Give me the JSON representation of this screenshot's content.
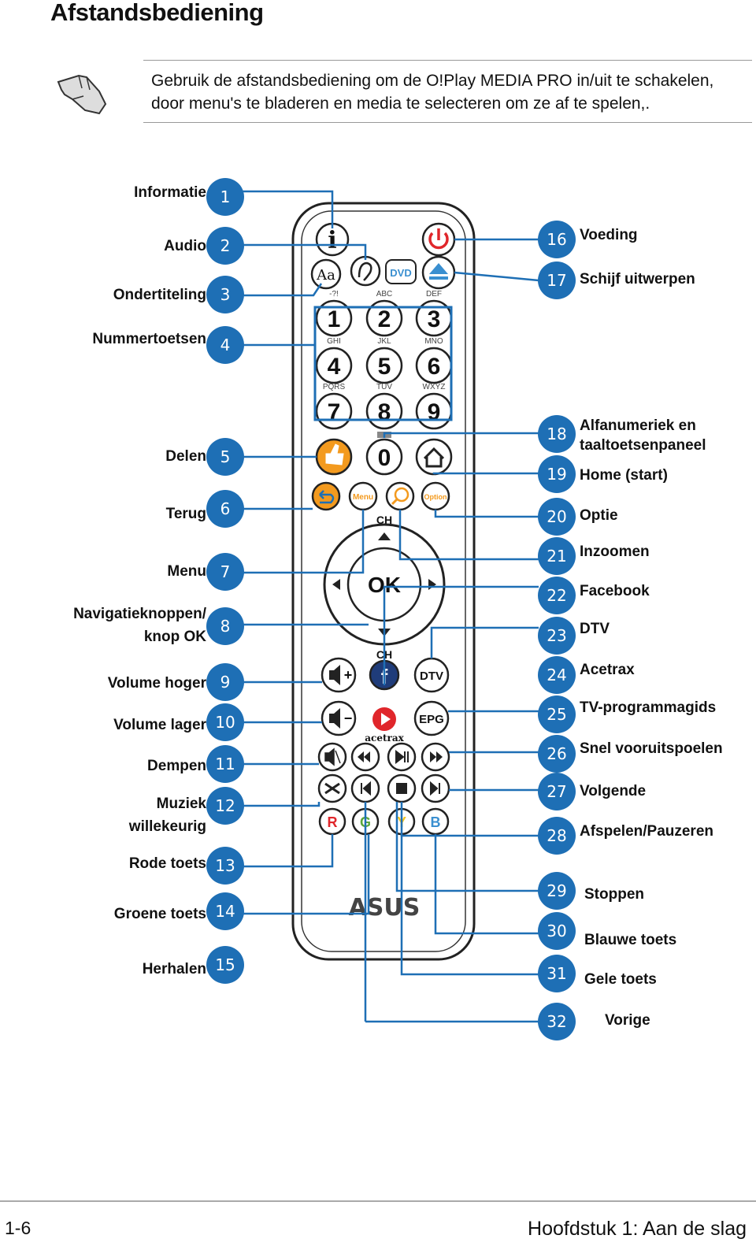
{
  "title": "Afstandsbediening",
  "note": {
    "line1": "Gebruik de afstandsbediening om de O!Play MEDIA  PRO in/uit te schakelen,",
    "line2": "door menu's te bladeren en media te selecteren om ze af te spelen,."
  },
  "left_labels": [
    {
      "num": "1",
      "text": "Informatie"
    },
    {
      "num": "2",
      "text": "Audio"
    },
    {
      "num": "3",
      "text": "Ondertiteling"
    },
    {
      "num": "4",
      "text": "Nummertoetsen"
    },
    {
      "num": "5",
      "text": "Delen"
    },
    {
      "num": "6",
      "text": "Terug"
    },
    {
      "num": "7",
      "text": "Menu"
    },
    {
      "num": "8",
      "text": "Navigatieknoppen/",
      "text2": "knop OK"
    },
    {
      "num": "9",
      "text": "Volume hoger"
    },
    {
      "num": "10",
      "text": "Volume lager"
    },
    {
      "num": "11",
      "text": "Dempen"
    },
    {
      "num": "12",
      "text": "Muziek",
      "text2": "willekeurig"
    },
    {
      "num": "13",
      "text": "Rode toets"
    },
    {
      "num": "14",
      "text": "Groene toets"
    },
    {
      "num": "15",
      "text": "Herhalen"
    }
  ],
  "right_labels": [
    {
      "num": "16",
      "text": "Voeding"
    },
    {
      "num": "17",
      "text": "Schijf uitwerpen"
    },
    {
      "num": "18",
      "text": "Alfanumeriek en",
      "text2": "taaltoetsenpaneel"
    },
    {
      "num": "19",
      "text": "Home (start)"
    },
    {
      "num": "20",
      "text": "Optie"
    },
    {
      "num": "21",
      "text": "Inzoomen"
    },
    {
      "num": "22",
      "text": "Facebook"
    },
    {
      "num": "23",
      "text": "DTV"
    },
    {
      "num": "24",
      "text": "Acetrax"
    },
    {
      "num": "25",
      "text": "TV-programmagids"
    },
    {
      "num": "26",
      "text": "Snel vooruitspoelen"
    },
    {
      "num": "27",
      "text": "Volgende"
    },
    {
      "num": "28",
      "text": "Afspelen/Pauzeren"
    },
    {
      "num": "29",
      "text": "Stoppen"
    },
    {
      "num": "30",
      "text": "Blauwe toets"
    },
    {
      "num": "31",
      "text": "Gele toets"
    },
    {
      "num": "32",
      "text": "Vorige"
    }
  ],
  "remote": {
    "dvd": "DVD",
    "keys": [
      {
        "digit": "1",
        "letters": "-?!"
      },
      {
        "digit": "2",
        "letters": "ABC"
      },
      {
        "digit": "3",
        "letters": "DEF"
      },
      {
        "digit": "4",
        "letters": "GHI"
      },
      {
        "digit": "5",
        "letters": "JKL"
      },
      {
        "digit": "6",
        "letters": "MNO"
      },
      {
        "digit": "7",
        "letters": "PQRS"
      },
      {
        "digit": "8",
        "letters": "TUV"
      },
      {
        "digit": "9",
        "letters": "WXYZ"
      },
      {
        "digit": "0",
        "letters": ""
      }
    ],
    "menu": "Menu",
    "option": "Option",
    "ch": "CH",
    "ok": "OK",
    "dtv": "DTV",
    "epg": "EPG",
    "acetrax": "acetrax",
    "facebook": "f",
    "color_keys": [
      "R",
      "G",
      "Y",
      "B"
    ],
    "brand": "ASUS",
    "colors": {
      "red": "#e0262b",
      "green": "#5aa63b",
      "yellow": "#f2c51f",
      "blue": "#3a8fd0",
      "orange": "#f39a1e",
      "badge": "#1e6fb5",
      "line": "#1e6fb5"
    }
  },
  "footer": {
    "left": "1-6",
    "right": "Hoofdstuk 1:  Aan de slag"
  }
}
